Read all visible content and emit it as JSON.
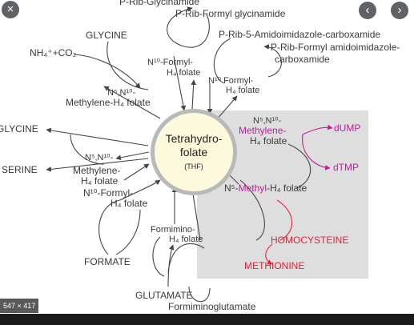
{
  "viewer": {
    "close_icon": "close-icon",
    "prev_icon": "chevron-left-icon",
    "next_icon": "chevron-right-icon",
    "close_glyph": "×",
    "prev_glyph": "‹",
    "next_glyph": "›",
    "image_size": "547 × 417"
  },
  "diagram": {
    "hub_title": "Tetrahydro-folate",
    "hub_line1": "Tetrahydro-",
    "hub_line2": "folate",
    "hub_sub": "(THF)",
    "top_left": {
      "glycine": "GLYCINE",
      "nh4_co2": "NH₄⁺+CO₂",
      "methylene_n5": "N⁵,N¹⁰-",
      "methylene_folate": "Methylene-H₄ folate"
    },
    "top_center": {
      "p_rib_glycinamide": "P-Rib-Glycinamide",
      "p_rib_formyl_glycinamide": "P-Rib-Formyl glycinamide",
      "formyl_a_line1": "N¹⁰-Formyl-",
      "formyl_a_line2": "H₄ folate"
    },
    "top_right": {
      "amido_carbox": "P-Rib-5-Amidoimidazole-carboxamide",
      "formylamido_line1": "P-Rib-Formyl amidoimidazole-",
      "formylamido_line2": "carboxamide",
      "formyl_b_line1": "N¹⁰ Formyl-",
      "formyl_b_line2": "H₄ folate"
    },
    "left": {
      "glycine": "GLYCINE",
      "serine": "SERINE",
      "methylene_line1": "N⁵,N¹⁰-",
      "methylene_line2": "Methylene-",
      "methylene_line3": "H₄ folate",
      "formyl_line1": "N¹⁰-Formyl-",
      "formyl_line2": "H₄ folate",
      "formate": "FORMATE"
    },
    "right": {
      "methylene_line1": "N⁵,N¹⁰-",
      "methylene_line2": "Methylene-",
      "methylene_line3": "H₄ folate",
      "dump": "dUMP",
      "dtmp": "dTMP",
      "methyl_prefix": "N⁵-",
      "methyl_mid": "Methyl",
      "methyl_suffix": "-H₄ folate",
      "homocysteine": "HOMOCYSTEINE",
      "methionine": "METHIONINE"
    },
    "bottom": {
      "formimino_line1": "Formimino-",
      "formimino_line2": "H₄ folate",
      "glutamate": "GLUTAMATE",
      "formiminoglutamate": "Formiminoglutamate"
    }
  },
  "colors": {
    "magenta": "#c21c9b",
    "red": "#e5203a",
    "hub_fill": "#fdf9dc",
    "shade": "#dedede"
  }
}
